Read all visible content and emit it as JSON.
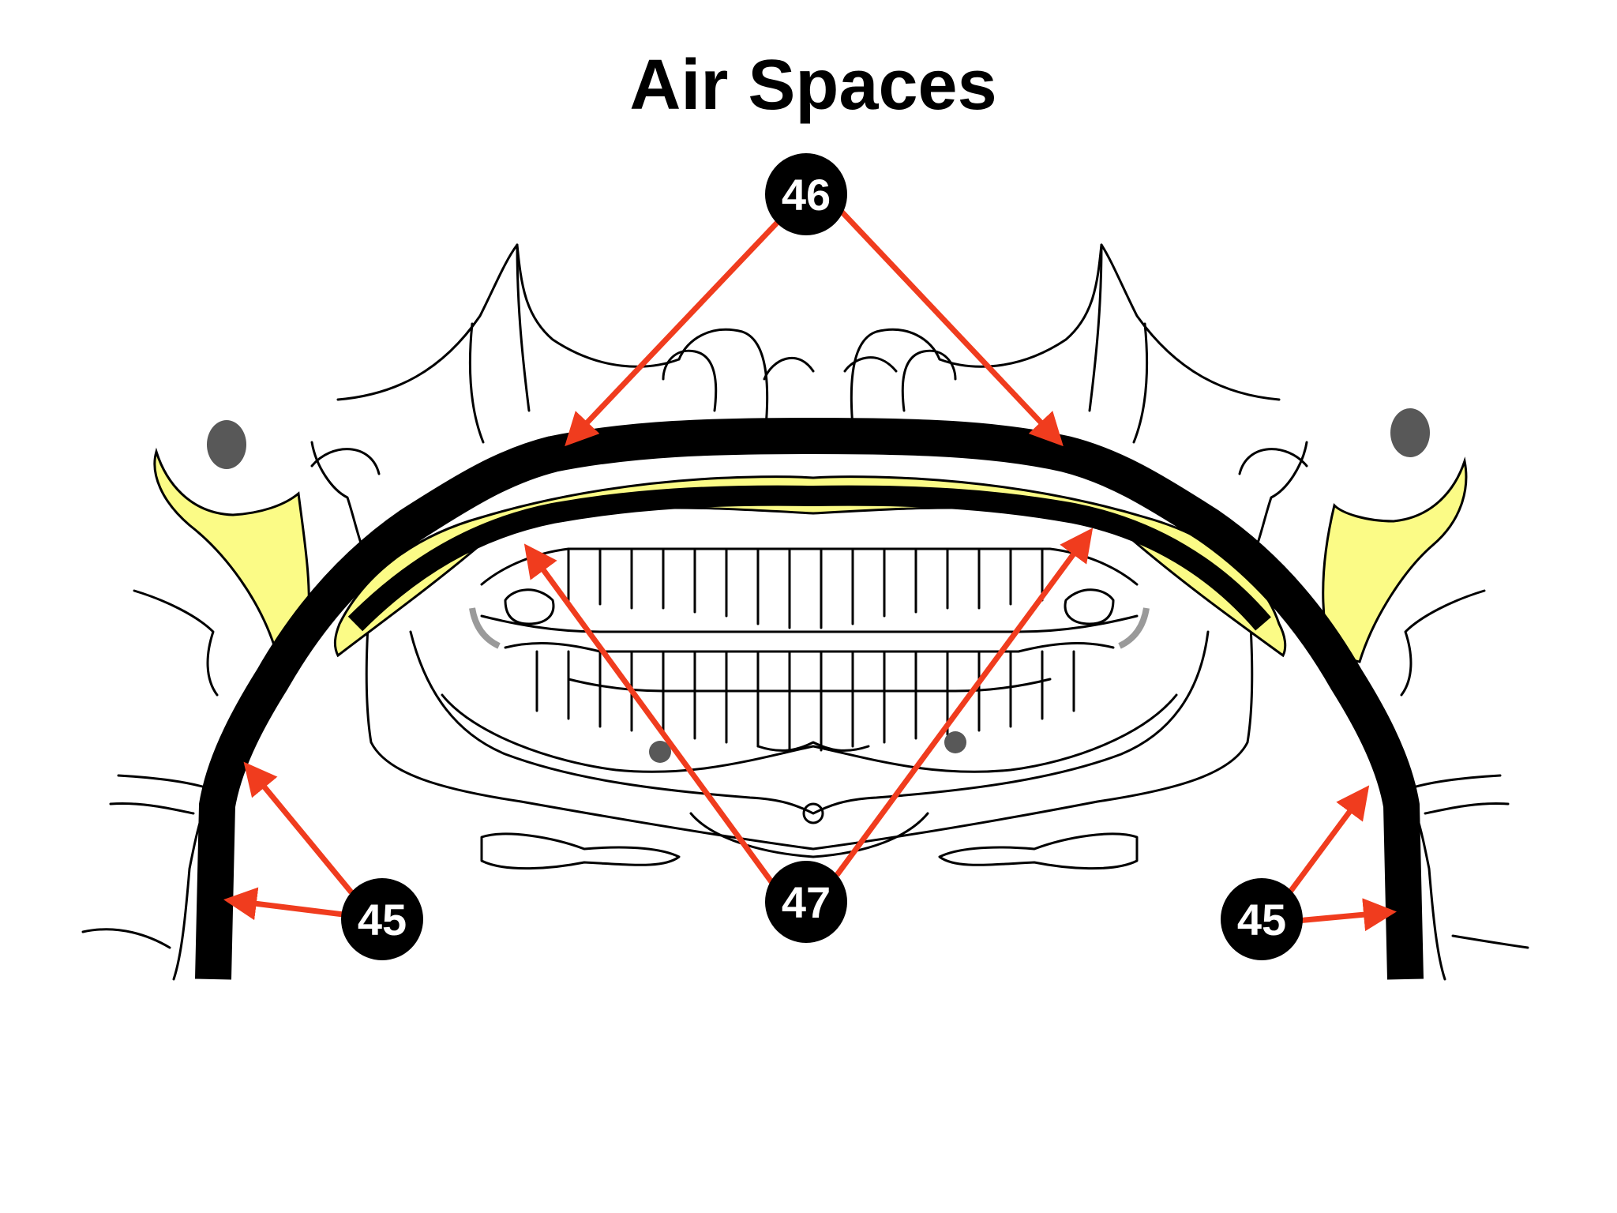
{
  "title": "Air Spaces",
  "labels": {
    "pharynx_left": "45",
    "pharynx_right": "45",
    "nasopharynx_palate": "46",
    "oral_tongue": "47"
  },
  "colors": {
    "air_space": "#000000",
    "palate": "#fbfb86",
    "arrow": "#f03c1e",
    "callout_fill": "#000000",
    "callout_text": "#ffffff",
    "outline": "#000000",
    "marker": "#585858"
  }
}
